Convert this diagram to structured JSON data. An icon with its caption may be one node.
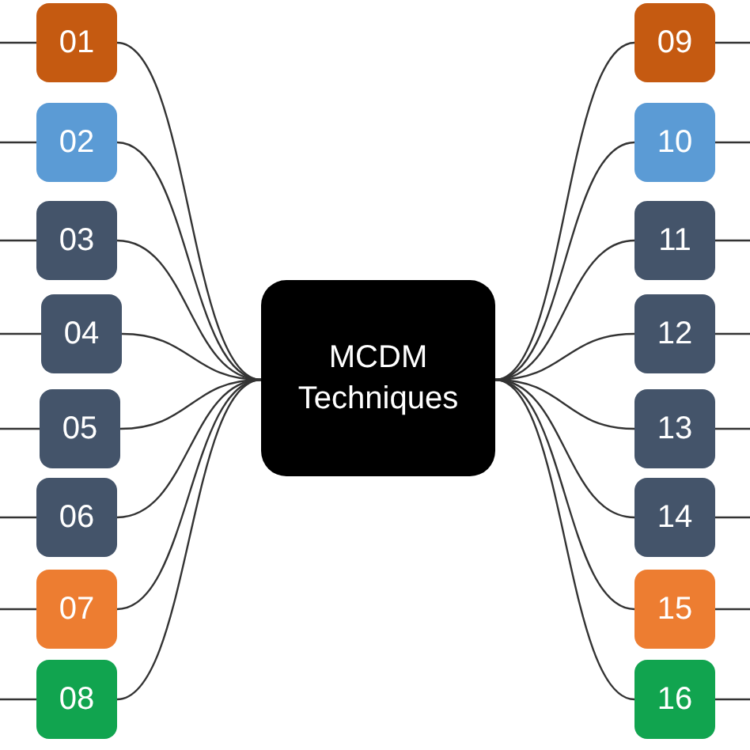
{
  "diagram": {
    "nodes": [
      {
        "text": [
          "MCDM Techniques"
        ]
      },
      {
        "text": [
          "01"
        ]
      },
      {
        "text": [
          "02"
        ]
      },
      {
        "text": [
          "03"
        ]
      },
      {
        "text": [
          "04"
        ]
      },
      {
        "text": [
          "05"
        ]
      },
      {
        "text": [
          "06"
        ]
      },
      {
        "text": [
          "07"
        ]
      },
      {
        "text": [
          "08"
        ]
      },
      {
        "text": [
          "09"
        ]
      },
      {
        "text": [
          "10"
        ]
      },
      {
        "text": [
          "11"
        ]
      },
      {
        "text": [
          "12"
        ]
      },
      {
        "text": [
          "13"
        ]
      },
      {
        "text": [
          "14"
        ]
      },
      {
        "text": [
          "15"
        ]
      },
      {
        "text": [
          "16"
        ]
      }
    ],
    "edges": [
      {
        "from": 0,
        "to": 1,
        "arrow": "none"
      },
      {
        "from": 0,
        "to": 2,
        "arrow": "none"
      },
      {
        "from": 0,
        "to": 3,
        "arrow": "none"
      },
      {
        "from": 0,
        "to": 4,
        "arrow": "none"
      },
      {
        "from": 0,
        "to": 5,
        "arrow": "none"
      },
      {
        "from": 0,
        "to": 6,
        "arrow": "none"
      },
      {
        "from": 0,
        "to": 7,
        "arrow": "none"
      },
      {
        "from": 0,
        "to": 8,
        "arrow": "none"
      },
      {
        "from": 0,
        "to": 9,
        "arrow": "none"
      },
      {
        "from": 0,
        "to": 10,
        "arrow": "none"
      },
      {
        "from": 0,
        "to": 11,
        "arrow": "none"
      },
      {
        "from": 0,
        "to": 12,
        "arrow": "none"
      },
      {
        "from": 0,
        "to": 13,
        "arrow": "none"
      },
      {
        "from": 0,
        "to": 14,
        "arrow": "none"
      },
      {
        "from": 0,
        "to": 15,
        "arrow": "none"
      },
      {
        "from": 0,
        "to": 16,
        "arrow": "none"
      },
      {
        "from": 1,
        "to": null,
        "arrow": "none"
      },
      {
        "from": 2,
        "to": null,
        "arrow": "none"
      },
      {
        "from": 3,
        "to": null,
        "arrow": "none"
      },
      {
        "from": 4,
        "to": null,
        "arrow": "none"
      },
      {
        "from": 5,
        "to": null,
        "arrow": "none"
      },
      {
        "from": 6,
        "to": null,
        "arrow": "none"
      },
      {
        "from": 7,
        "to": null,
        "arrow": "none"
      },
      {
        "from": 8,
        "to": null,
        "arrow": "none"
      },
      {
        "from": 9,
        "to": null,
        "arrow": "none"
      },
      {
        "from": 10,
        "to": null,
        "arrow": "none"
      },
      {
        "from": 11,
        "to": null,
        "arrow": "none"
      },
      {
        "from": 12,
        "to": null,
        "arrow": "none"
      },
      {
        "from": 13,
        "to": null,
        "arrow": "none"
      },
      {
        "from": 14,
        "to": null,
        "arrow": "none"
      },
      {
        "from": 15,
        "to": null,
        "arrow": "none"
      },
      {
        "from": 16,
        "to": null,
        "arrow": "none"
      }
    ]
  }
}
